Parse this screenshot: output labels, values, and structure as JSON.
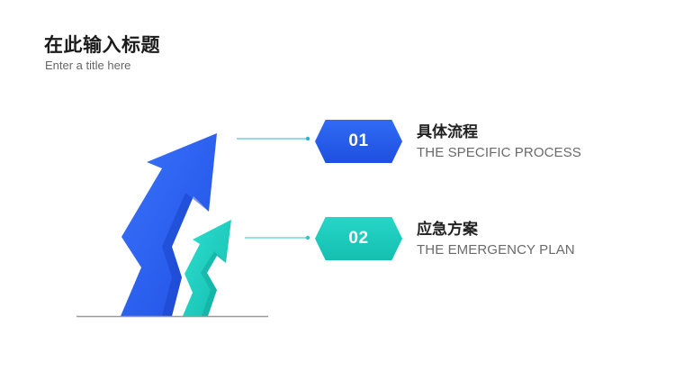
{
  "header": {
    "title": "在此输入标题",
    "subtitle": "Enter a title here"
  },
  "items": [
    {
      "number": "01",
      "title": "具体流程",
      "subtitle": "THE SPECIFIC PROCESS",
      "color": "#2459EC"
    },
    {
      "number": "02",
      "title": "应急方案",
      "subtitle": "THE EMERGENCY PLAN",
      "color": "#1ECBBB"
    }
  ],
  "colors": {
    "blue_arrow": "#2A5CF0",
    "teal_arrow": "#1CD0C0",
    "baseline": "#9a9a9a",
    "connector": "#29B6D8"
  }
}
